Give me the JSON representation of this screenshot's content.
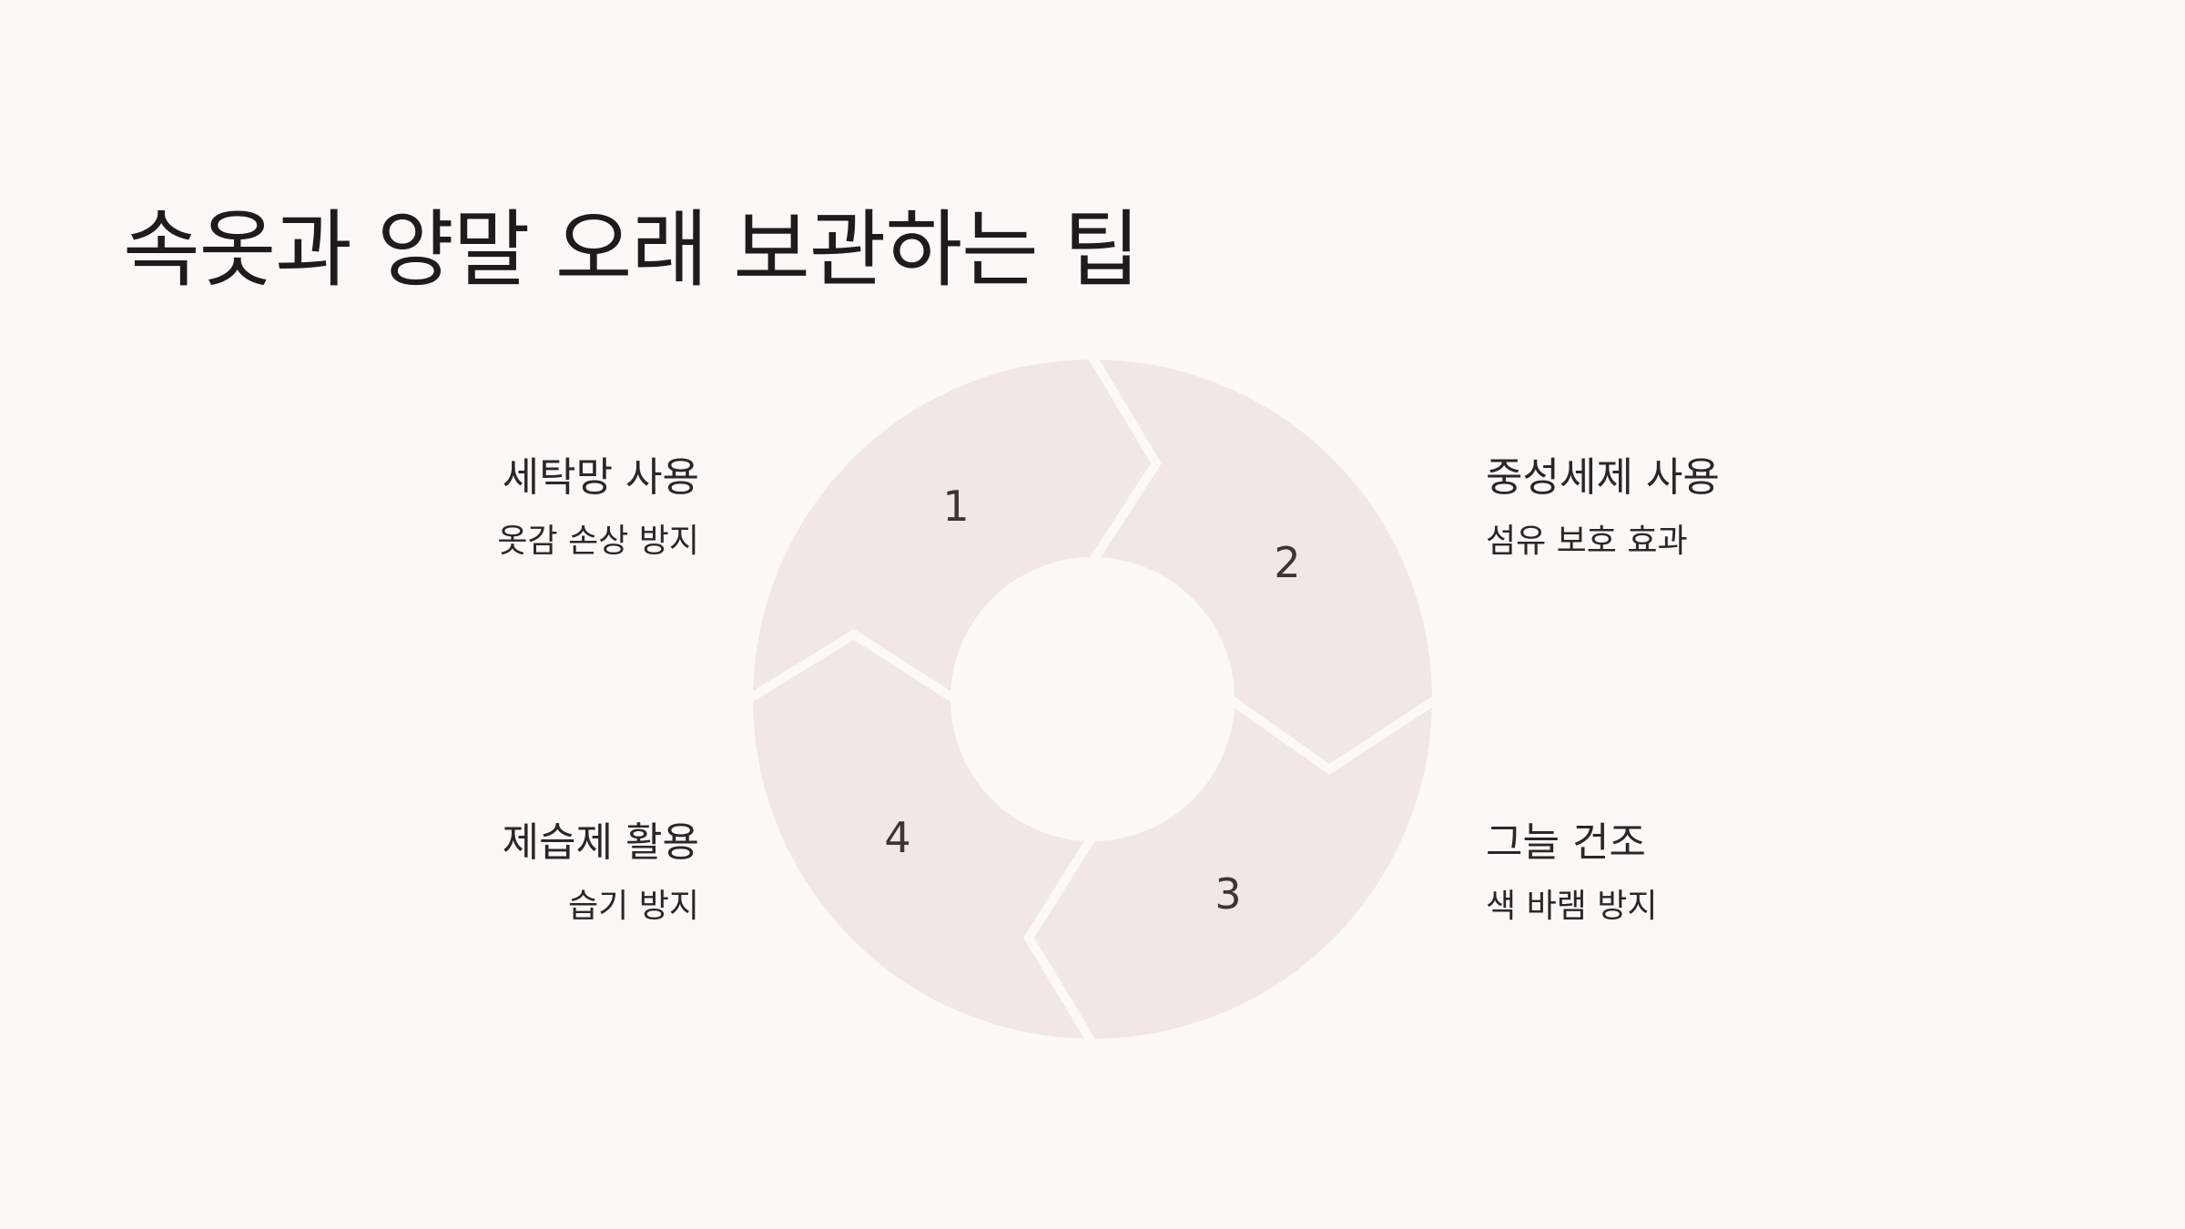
{
  "title": "속옷과 양말 오래 보관하는 팁",
  "colors": {
    "background": "#fcf8f7",
    "segment": "#f1e7e6",
    "text": "#2b2627"
  },
  "steps": [
    {
      "number": "1",
      "title": "세탁망 사용",
      "description": "옷감 손상 방지"
    },
    {
      "number": "2",
      "title": "중성세제 사용",
      "description": "섬유 보호 효과"
    },
    {
      "number": "3",
      "title": "그늘 건조",
      "description": "색 바램 방지"
    },
    {
      "number": "4",
      "title": "제습제 활용",
      "description": "습기 방지"
    }
  ]
}
